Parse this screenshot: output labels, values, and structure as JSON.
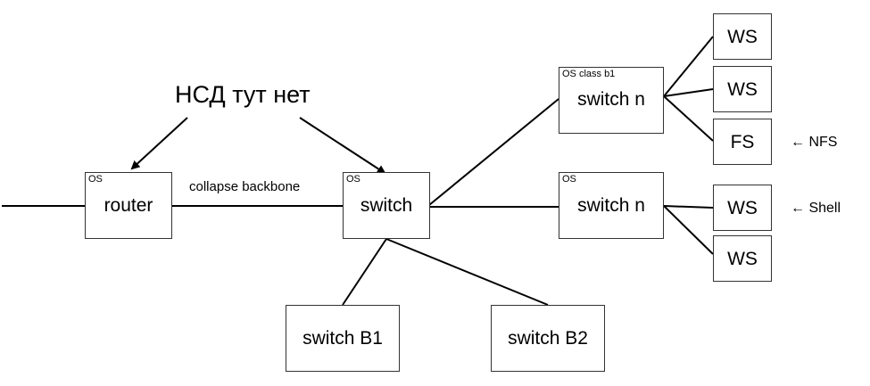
{
  "annotation": "НСД тут нет",
  "link_label": "collapse backbone",
  "nodes": {
    "router": {
      "tag": "OS",
      "label": "router"
    },
    "switch_core": {
      "tag": "OS",
      "label": "switch"
    },
    "switch_n_top": {
      "tag": "OS class b1",
      "label": "switch n"
    },
    "switch_n_mid": {
      "tag": "OS",
      "label": "switch n"
    },
    "switch_b1": {
      "label": "switch B1"
    },
    "switch_b2": {
      "label": "switch B2"
    },
    "ws1": {
      "label": "WS"
    },
    "ws2": {
      "label": "WS"
    },
    "fs": {
      "label": "FS"
    },
    "ws3": {
      "label": "WS"
    },
    "ws4": {
      "label": "WS"
    }
  },
  "side_notes": {
    "nfs": "← NFS",
    "shell": "← Shell"
  },
  "colors": {
    "line": "#000000",
    "box_border": "#333333",
    "background": "#ffffff"
  }
}
